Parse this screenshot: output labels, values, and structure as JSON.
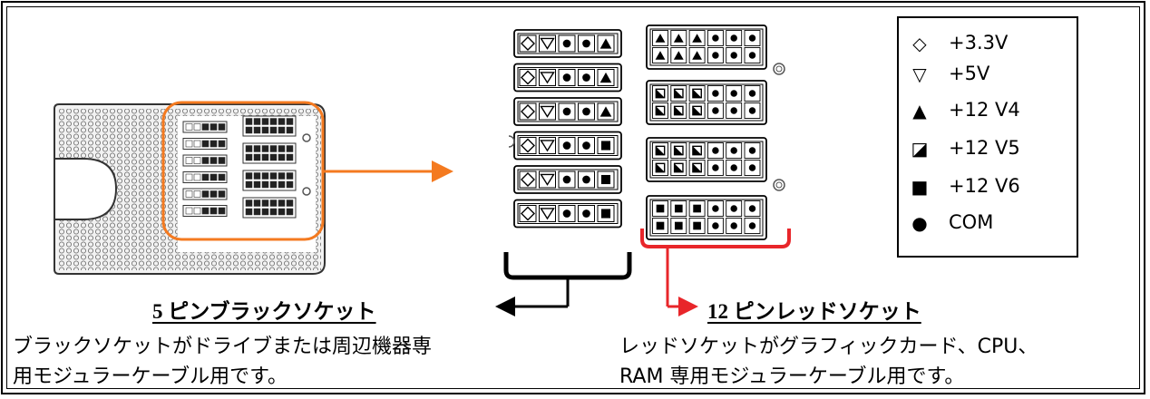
{
  "legend": [
    {
      "symbol": "◇",
      "label": "+3.3V"
    },
    {
      "symbol": "▽",
      "label": "+5V"
    },
    {
      "symbol": "▲",
      "label": "+12 V4"
    },
    {
      "symbol": "◪",
      "label": "+12 V5"
    },
    {
      "symbol": "■",
      "label": "+12 V6"
    },
    {
      "symbol": "●",
      "label": "COM"
    }
  ],
  "black_socket": {
    "title": "5 ピンブラックソケット",
    "desc_line1": "ブラックソケットがドライブまたは周辺機器専",
    "desc_line2": "用モジュラーケーブル用です。",
    "rows": [
      [
        "diamond",
        "tri-down",
        "dot",
        "dot",
        "tri-up"
      ],
      [
        "diamond",
        "tri-down",
        "dot",
        "dot",
        "tri-up"
      ],
      [
        "diamond",
        "tri-down",
        "dot",
        "dot",
        "tri-up"
      ],
      [
        "diamond",
        "tri-down",
        "dot",
        "dot",
        "square"
      ],
      [
        "diamond",
        "tri-down",
        "dot",
        "dot",
        "square"
      ],
      [
        "diamond",
        "tri-down",
        "dot",
        "dot",
        "square"
      ]
    ]
  },
  "red_socket": {
    "title": "12 ピンレッドソケット",
    "desc_line1": "レッドソケットがグラフィックカード、CPU、",
    "desc_line2": "RAM 専用モジュラーケーブル用です。",
    "connectors": [
      [
        [
          "tri-up",
          "tri-up",
          "tri-up",
          "dot",
          "dot",
          "dot"
        ],
        [
          "tri-up",
          "tri-up",
          "tri-up",
          "dot",
          "dot",
          "dot"
        ]
      ],
      [
        [
          "half",
          "half",
          "half",
          "dot",
          "dot",
          "dot"
        ],
        [
          "half",
          "half",
          "half",
          "dot",
          "dot",
          "dot"
        ]
      ],
      [
        [
          "half",
          "half",
          "half",
          "dot",
          "dot",
          "dot"
        ],
        [
          "half",
          "half",
          "half",
          "dot",
          "dot",
          "dot"
        ]
      ],
      [
        [
          "square",
          "square",
          "square",
          "dot",
          "dot",
          "dot"
        ],
        [
          "square",
          "square",
          "square",
          "dot",
          "dot",
          "dot"
        ]
      ]
    ]
  },
  "colors": {
    "orange": "#f47a20",
    "red": "#e8262a",
    "black": "#000000",
    "panel_gray": "#d8d8d8"
  }
}
